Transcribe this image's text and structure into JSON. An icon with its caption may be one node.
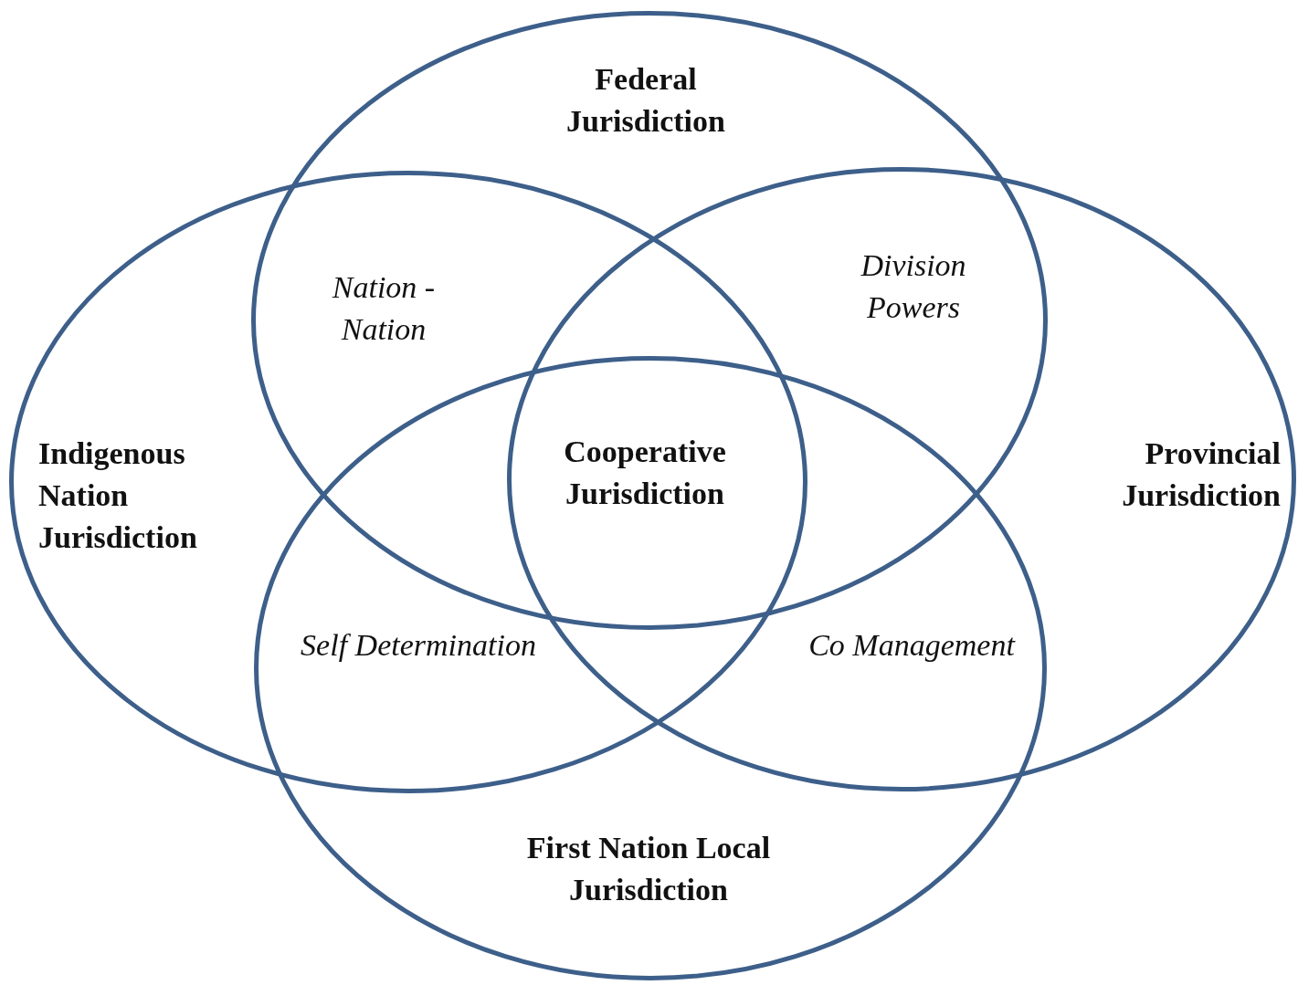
{
  "diagram": {
    "nodes": [
      {
        "text": [
          "Federal Jurisdiction"
        ]
      },
      {
        "text": [
          "Indigenous Nation Jurisdiction"
        ]
      },
      {
        "text": [
          "Provincial Jurisdiction"
        ]
      },
      {
        "text": [
          "First Nation Local Jurisdiction"
        ]
      }
    ],
    "edges": [],
    "labels": [
      "Nation - Nation",
      "Division Powers",
      "Cooperative Jurisdiction",
      "Self Determination",
      "Co Management"
    ]
  }
}
